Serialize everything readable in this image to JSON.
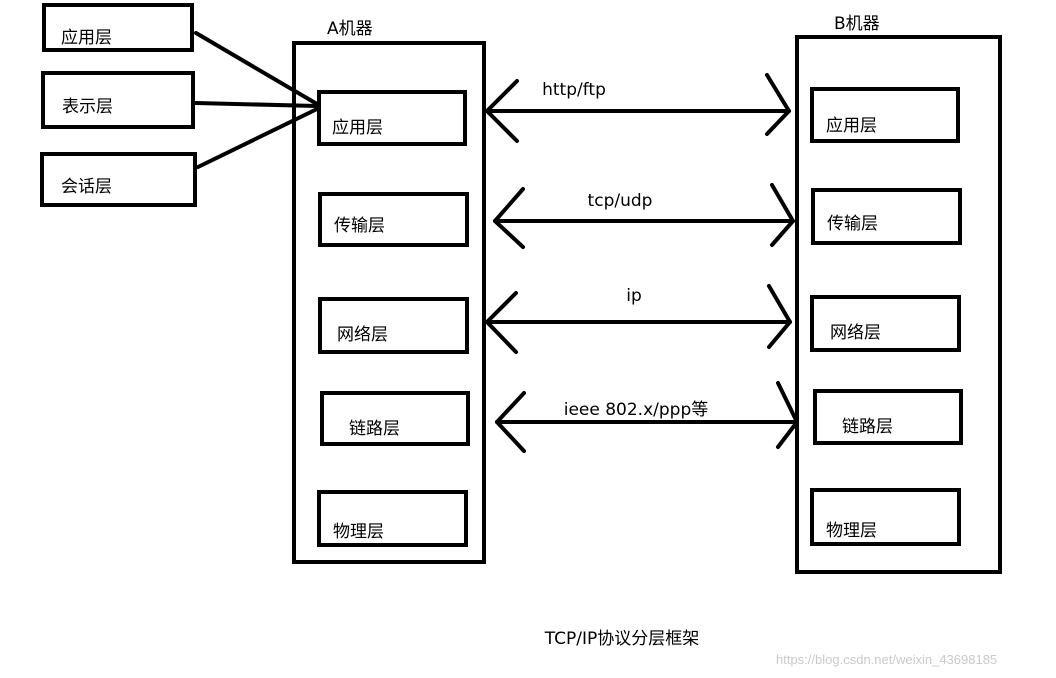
{
  "osi_upper_layers": [
    {
      "label": "应用层"
    },
    {
      "label": "表示层"
    },
    {
      "label": "会话层"
    }
  ],
  "machine_a": {
    "title": "A机器",
    "layers": [
      {
        "label": "应用层"
      },
      {
        "label": "传输层"
      },
      {
        "label": "网络层"
      },
      {
        "label": "链路层"
      },
      {
        "label": "物理层"
      }
    ]
  },
  "machine_b": {
    "title": "B机器",
    "layers": [
      {
        "label": "应用层"
      },
      {
        "label": "传输层"
      },
      {
        "label": "网络层"
      },
      {
        "label": "链路层"
      },
      {
        "label": "物理层"
      }
    ]
  },
  "protocols": [
    {
      "label": "http/ftp"
    },
    {
      "label": "tcp/udp"
    },
    {
      "label": "ip"
    },
    {
      "label": "ieee 802.x/ppp等"
    }
  ],
  "caption": "TCP/IP协议分层框架",
  "watermark": "https://blog.csdn.net/weixin_43698185"
}
